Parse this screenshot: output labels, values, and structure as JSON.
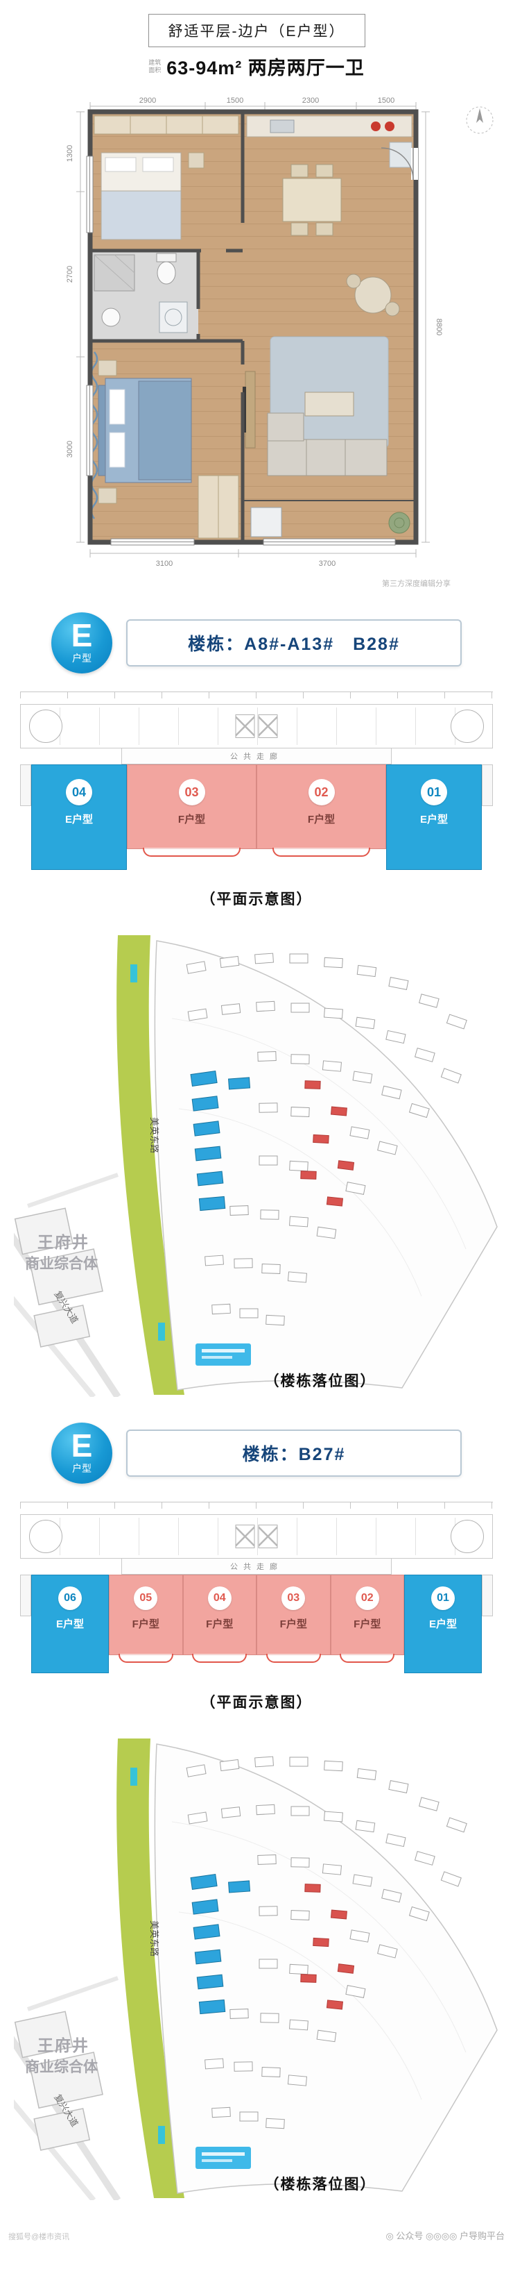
{
  "header": {
    "title": "舒适平层-边户（E户型）",
    "area_tag_line1": "建筑",
    "area_tag_line2": "面积",
    "subtitle": "63-94m² 两房两厅一卫"
  },
  "floorplan": {
    "credit": "第三方深度编辑分享",
    "dims_top": [
      "2900",
      "1500",
      "2300",
      "1500"
    ],
    "dims_bottom": [
      "3100",
      "3700"
    ],
    "dims_left": [
      "1300",
      "2700",
      "3000"
    ],
    "dims_right": [
      "8800"
    ]
  },
  "sections": [
    {
      "badge_letter": "E",
      "badge_sub": "户型",
      "buildings": "楼栋：A8#-A13#　B28#",
      "corridor_label": "公共走廊",
      "units": [
        {
          "num": "04",
          "type": "E户型",
          "color": "blue"
        },
        {
          "num": "03",
          "type": "F户型",
          "color": "pink"
        },
        {
          "num": "02",
          "type": "F户型",
          "color": "pink"
        },
        {
          "num": "01",
          "type": "E户型",
          "color": "blue"
        }
      ],
      "plan_caption": "（平面示意图）",
      "map_caption": "（楼栋落位图）"
    },
    {
      "badge_letter": "E",
      "badge_sub": "户型",
      "buildings": "楼栋：B27#",
      "corridor_label": "公共走廊",
      "units": [
        {
          "num": "06",
          "type": "E户型",
          "color": "blue"
        },
        {
          "num": "05",
          "type": "F户型",
          "color": "pink"
        },
        {
          "num": "04",
          "type": "F户型",
          "color": "pink"
        },
        {
          "num": "03",
          "type": "F户型",
          "color": "pink"
        },
        {
          "num": "02",
          "type": "F户型",
          "color": "pink"
        },
        {
          "num": "01",
          "type": "E户型",
          "color": "blue"
        }
      ],
      "plan_caption": "（平面示意图）",
      "map_caption": "（楼栋落位图）"
    }
  ],
  "map": {
    "mall_line1": "王府井",
    "mall_line2": "商业综合体",
    "road_vertical": "美英东路",
    "road_diagonal": "复兴大道"
  },
  "footer": {
    "watermark_left": "搜狐号@楼市资讯",
    "watermark_right": "◎ 公众号 ◎◎◎◎ 户导购平台"
  },
  "colors": {
    "accent_blue": "#29a7dc",
    "unit_pink": "#f2a59f",
    "green_band": "#b6cc4f",
    "red_marker": "#d9534f"
  }
}
